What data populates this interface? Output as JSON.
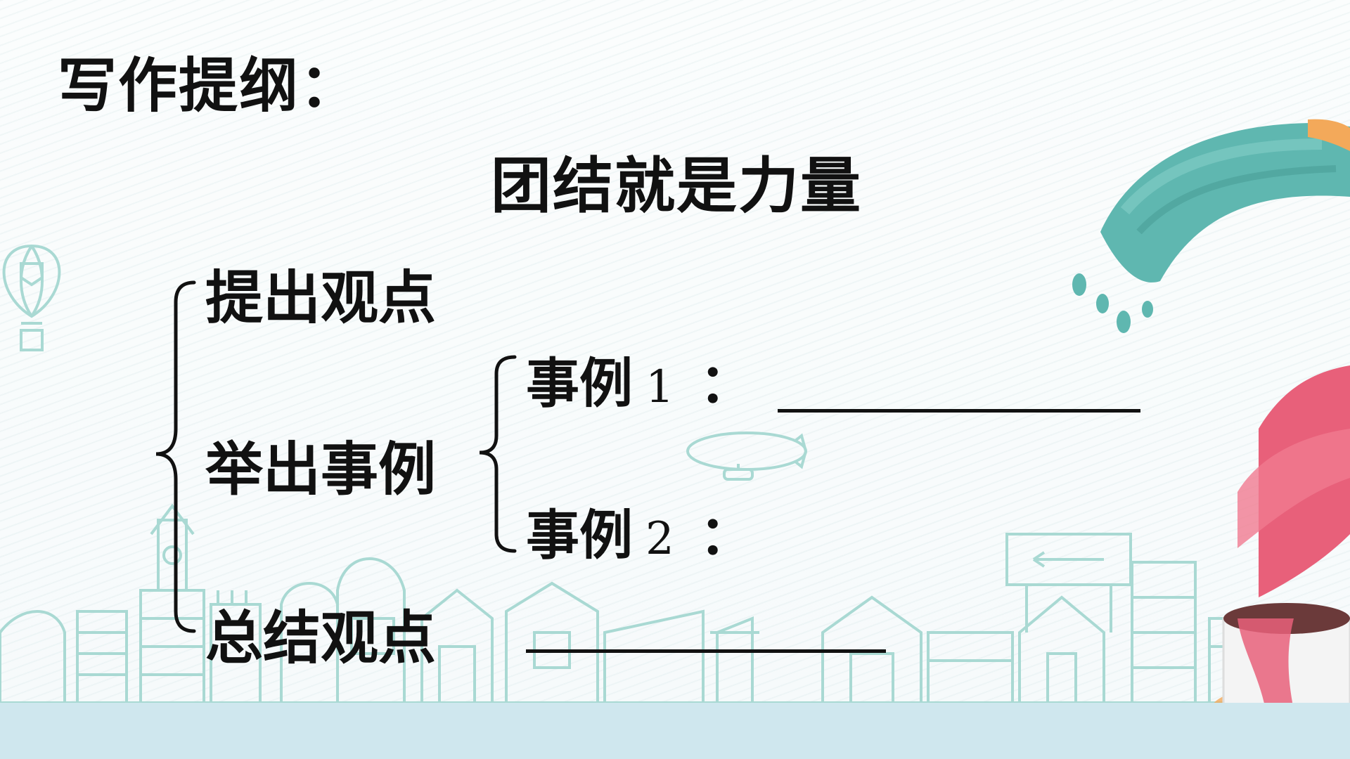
{
  "slide": {
    "title": "写作提纲：",
    "topic": "团结就是力量",
    "outline": {
      "point_1": "提出观点",
      "point_2": "举出事例",
      "point_3": "总结观点",
      "example_1": {
        "label": "事例",
        "number": "1",
        "colon": "："
      },
      "example_2": {
        "label": "事例",
        "number": "2",
        "colon": "："
      }
    }
  },
  "decoration": {
    "icons": [
      "hot-air-balloon-icon",
      "airship-icon",
      "paint-stroke-icon",
      "paint-bucket-icon",
      "city-skyline-icon"
    ],
    "colors": {
      "teal_stroke": "#5fb7b0",
      "pink_stroke": "#e8607a",
      "skyline_line": "#a9d9d3",
      "ground": "#cfe7ee",
      "orange_splash": "#f3a95a"
    }
  }
}
